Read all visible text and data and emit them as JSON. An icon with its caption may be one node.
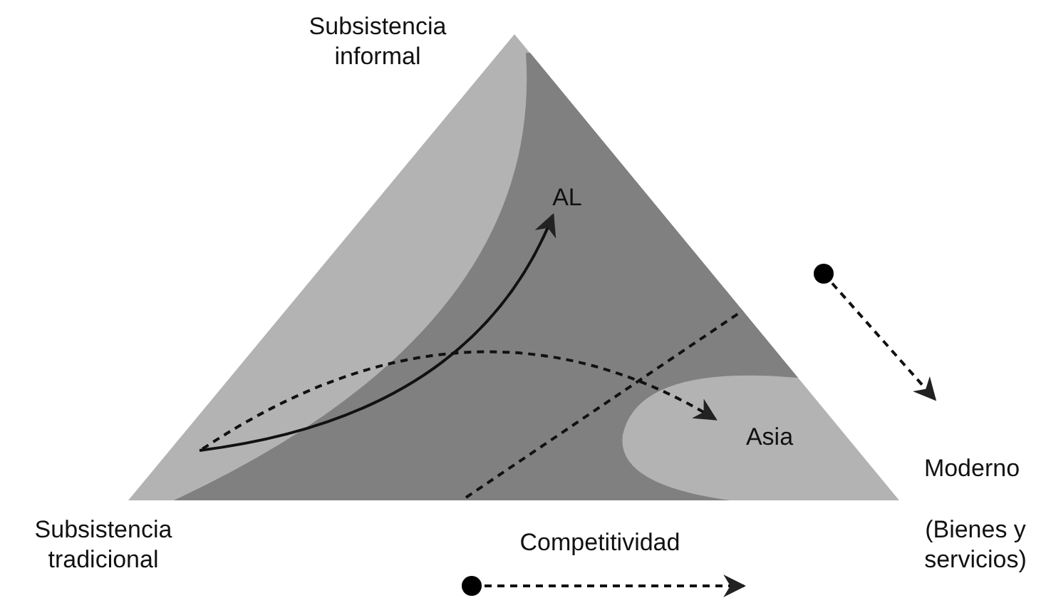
{
  "diagram": {
    "nodes": [
      {
        "text": [
          "AL"
        ]
      },
      {
        "text": [
          "Asia"
        ]
      }
    ],
    "edges": [
      {
        "from": null,
        "to": 0,
        "arrow": "to"
      },
      {
        "from": null,
        "to": 1,
        "arrow": "to",
        "style": "dashed"
      }
    ],
    "labels": [
      "Subsistencia informal",
      "Moderno",
      "Subsistencia tradicional",
      "(Bienes y servicios)",
      "Competitividad"
    ]
  }
}
